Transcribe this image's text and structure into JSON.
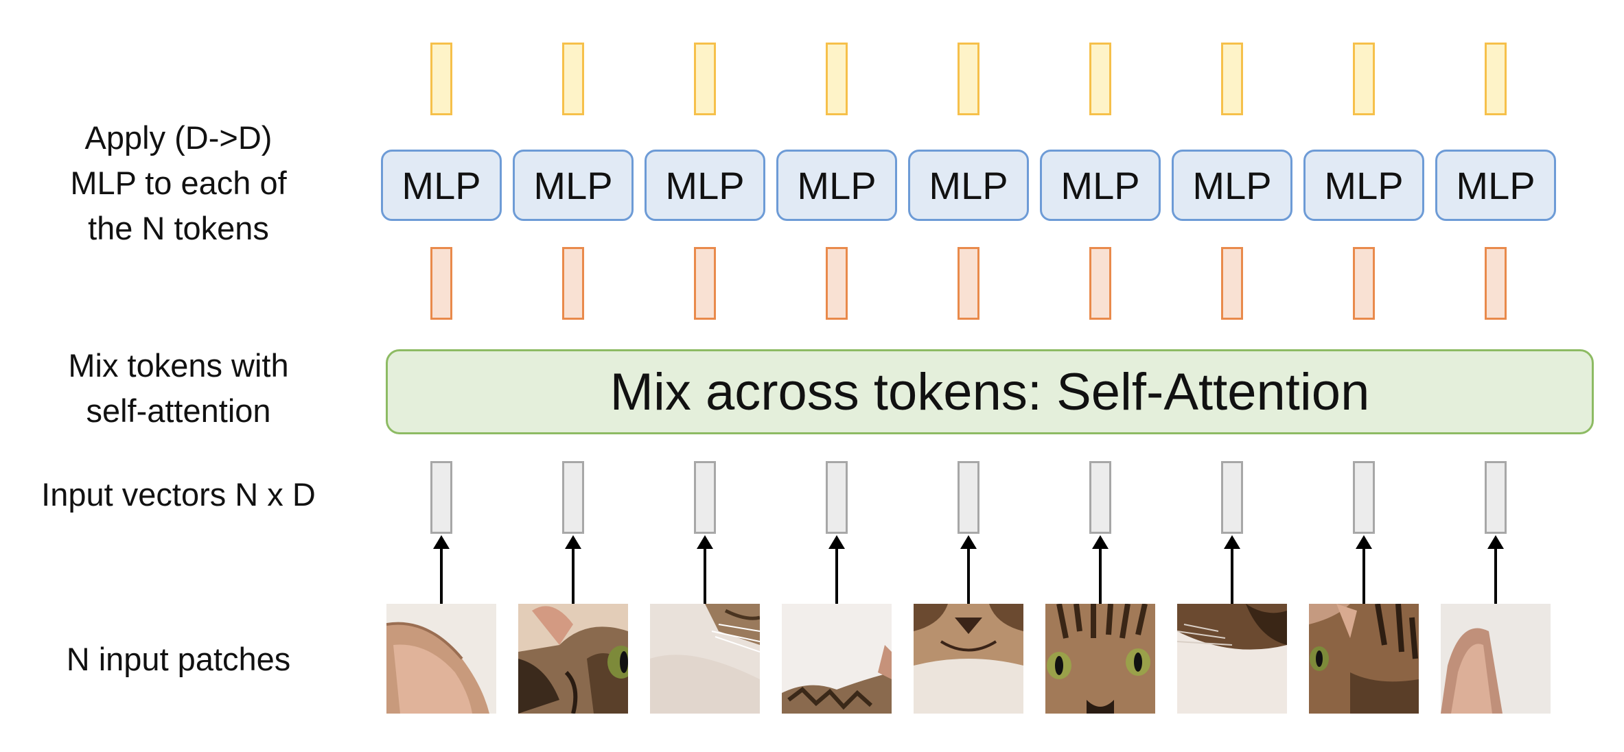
{
  "labels": {
    "mlp_row": [
      "Apply (D->D)",
      "MLP to each of",
      "the N tokens"
    ],
    "attention_row": [
      "Mix tokens with",
      "self-attention"
    ],
    "input_row": "Input vectors N x D",
    "patch_row": "N input patches"
  },
  "mlp_label": "MLP",
  "attention_label": "Mix across tokens: Self-Attention",
  "colors": {
    "output_vector_fill": "#fef3c8",
    "output_vector_border": "#f6c04a",
    "mid_vector_fill": "#f9e1d3",
    "mid_vector_border": "#e98a4b",
    "input_vector_fill": "#ececec",
    "input_vector_border": "#a7a7a7",
    "mlp_fill": "#e1eaf5",
    "mlp_border": "#6d9bd6",
    "attention_fill": "#e4efdb",
    "attention_border": "#8dbb63"
  },
  "patches": [
    {
      "description": "cat-ear-left"
    },
    {
      "description": "cat-eye-right"
    },
    {
      "description": "cat-fur-whiskers"
    },
    {
      "description": "cat-head-bottom"
    },
    {
      "description": "cat-nose-mouth"
    },
    {
      "description": "cat-eyes-center"
    },
    {
      "description": "cat-cheek-whiskers"
    },
    {
      "description": "cat-eye-left"
    },
    {
      "description": "cat-ear-right"
    }
  ]
}
